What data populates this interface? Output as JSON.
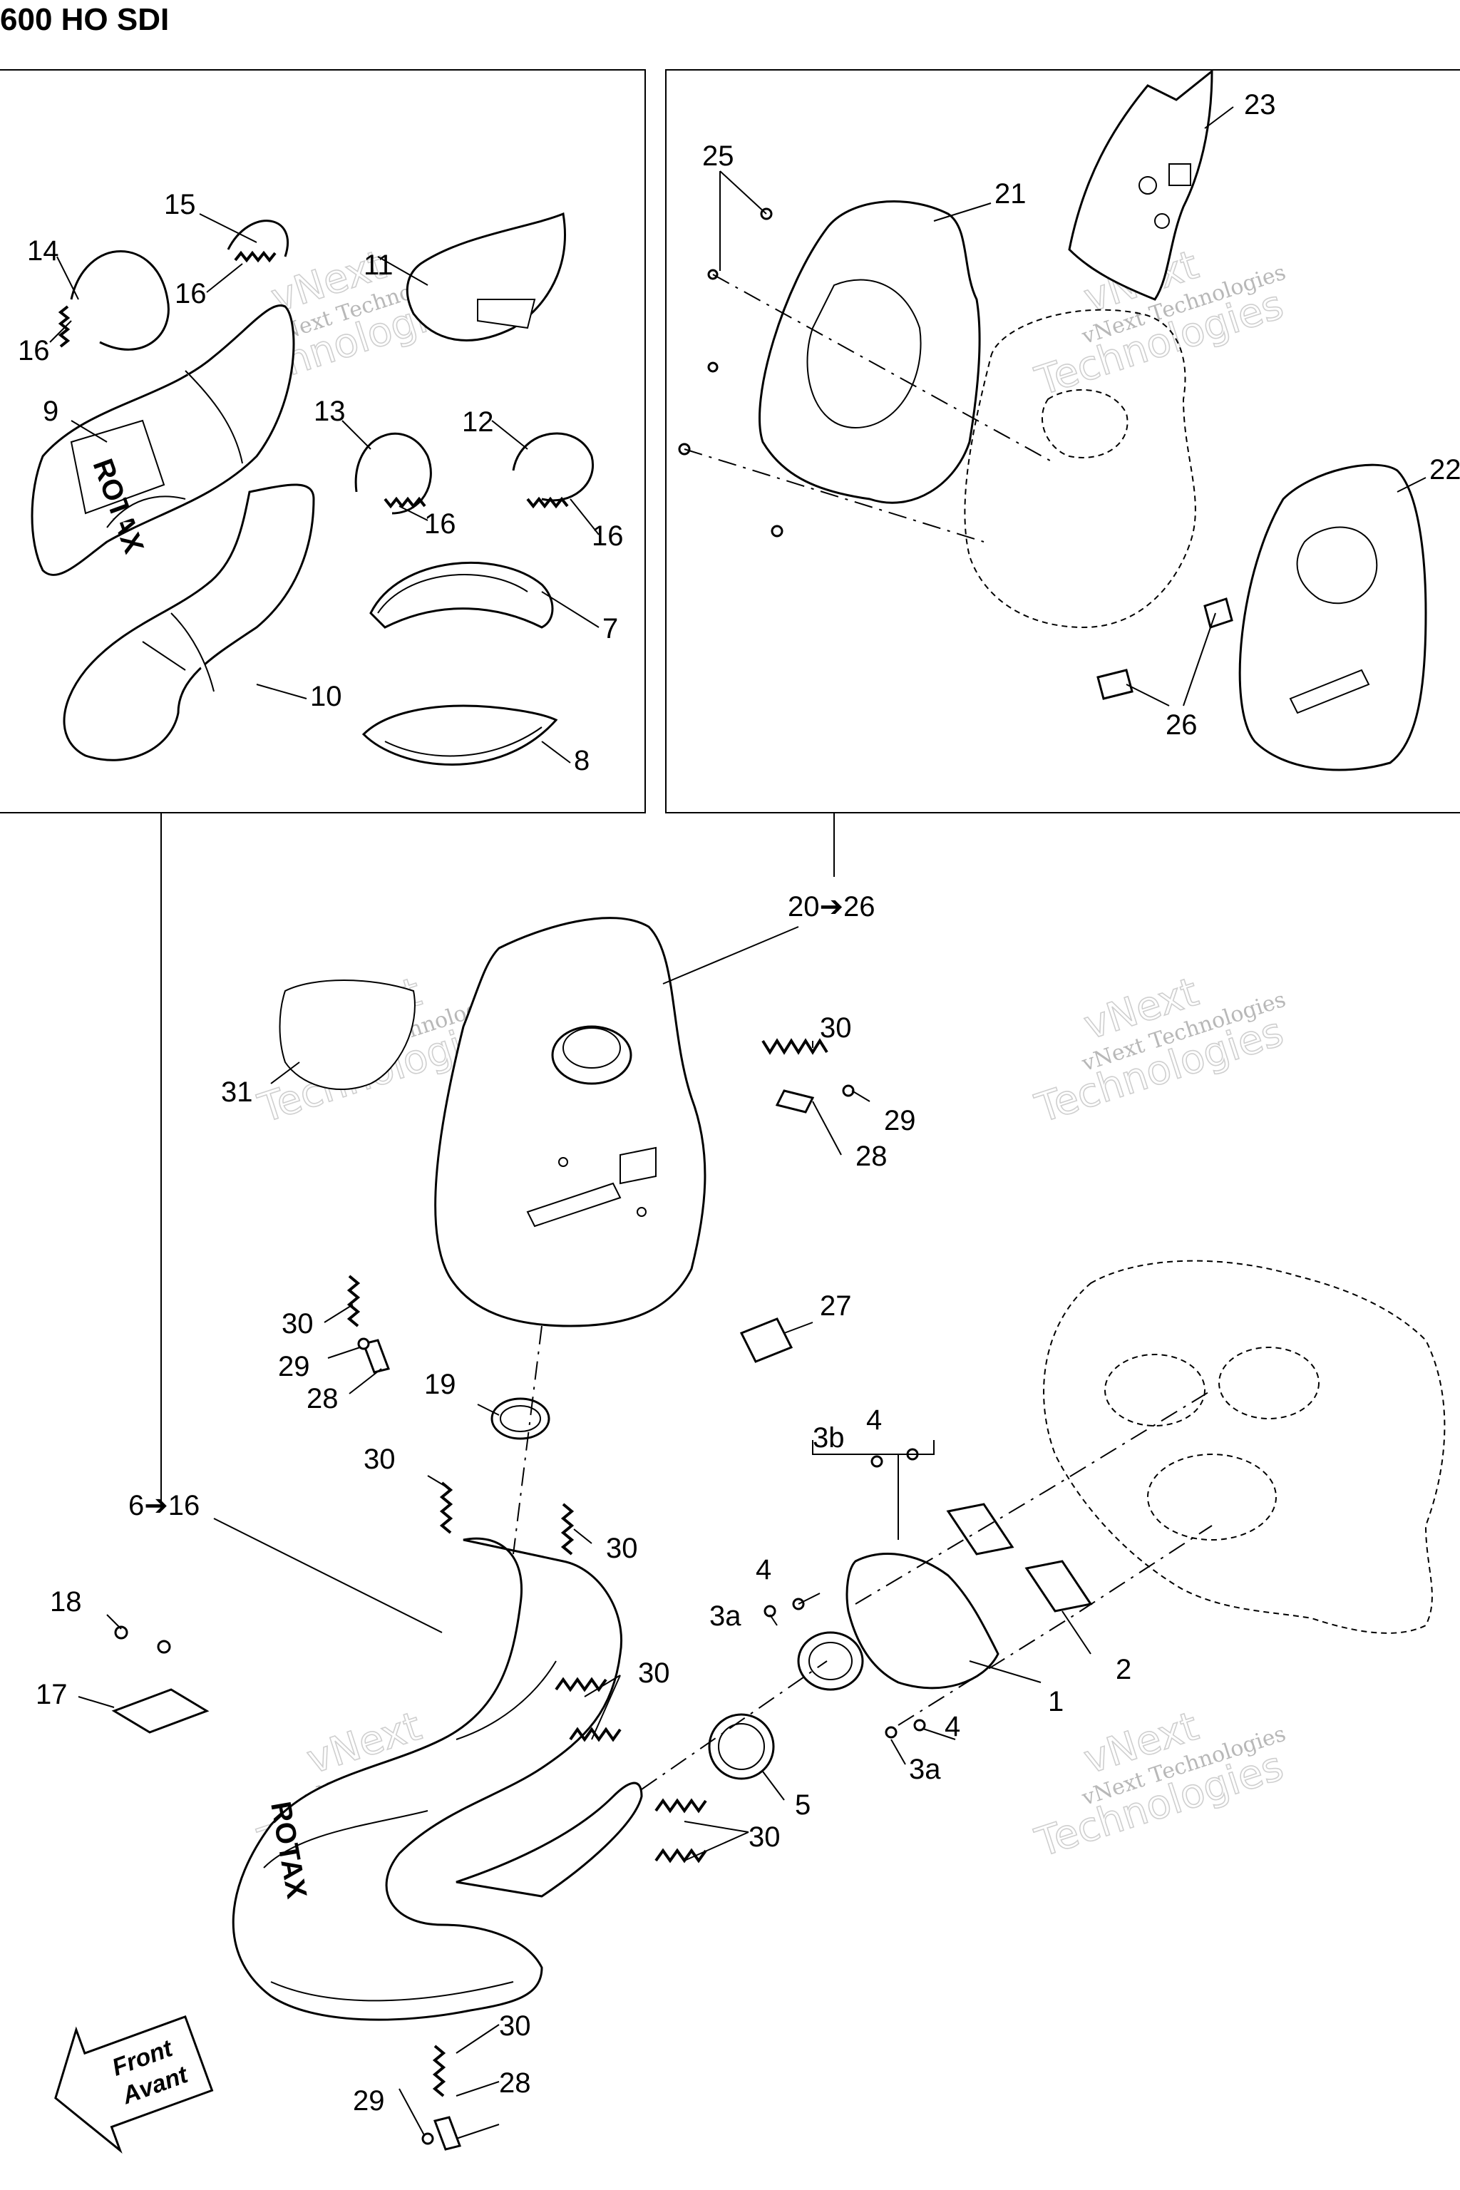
{
  "title": "600 HO SDI",
  "callouts": {
    "c1": "1",
    "c2": "2",
    "c3a_a": "3a",
    "c3a_b": "3a",
    "c3b": "3b",
    "c4_a": "4",
    "c4_b": "4",
    "c4_c": "4",
    "c5": "5",
    "c6_16": "6➔16",
    "c7": "7",
    "c8": "8",
    "c9": "9",
    "c10": "10",
    "c11": "11",
    "c12": "12",
    "c13": "13",
    "c14": "14",
    "c15": "15",
    "c16_a": "16",
    "c16_b": "16",
    "c16_c": "16",
    "c16_d": "16",
    "c17": "17",
    "c18": "18",
    "c19": "19",
    "c20_26": "20➔26",
    "c21": "21",
    "c22": "22",
    "c23": "23",
    "c25": "25",
    "c26_a": "26",
    "c27": "27",
    "c28_a": "28",
    "c28_b": "28",
    "c28_c": "28",
    "c29_a": "29",
    "c29_b": "29",
    "c29_c": "29",
    "c30_a": "30",
    "c30_b": "30",
    "c30_c": "30",
    "c30_d": "30",
    "c30_e": "30",
    "c30_f": "30",
    "c30_g": "30",
    "c31": "31"
  },
  "rotax_label_a": "ROTAX",
  "rotax_label_b": "ROTAX",
  "front_label": "Front",
  "avant_label": "Avant",
  "watermark": {
    "line1": "vNext",
    "line2": "vNext Technologies",
    "line3": "Technologies"
  }
}
